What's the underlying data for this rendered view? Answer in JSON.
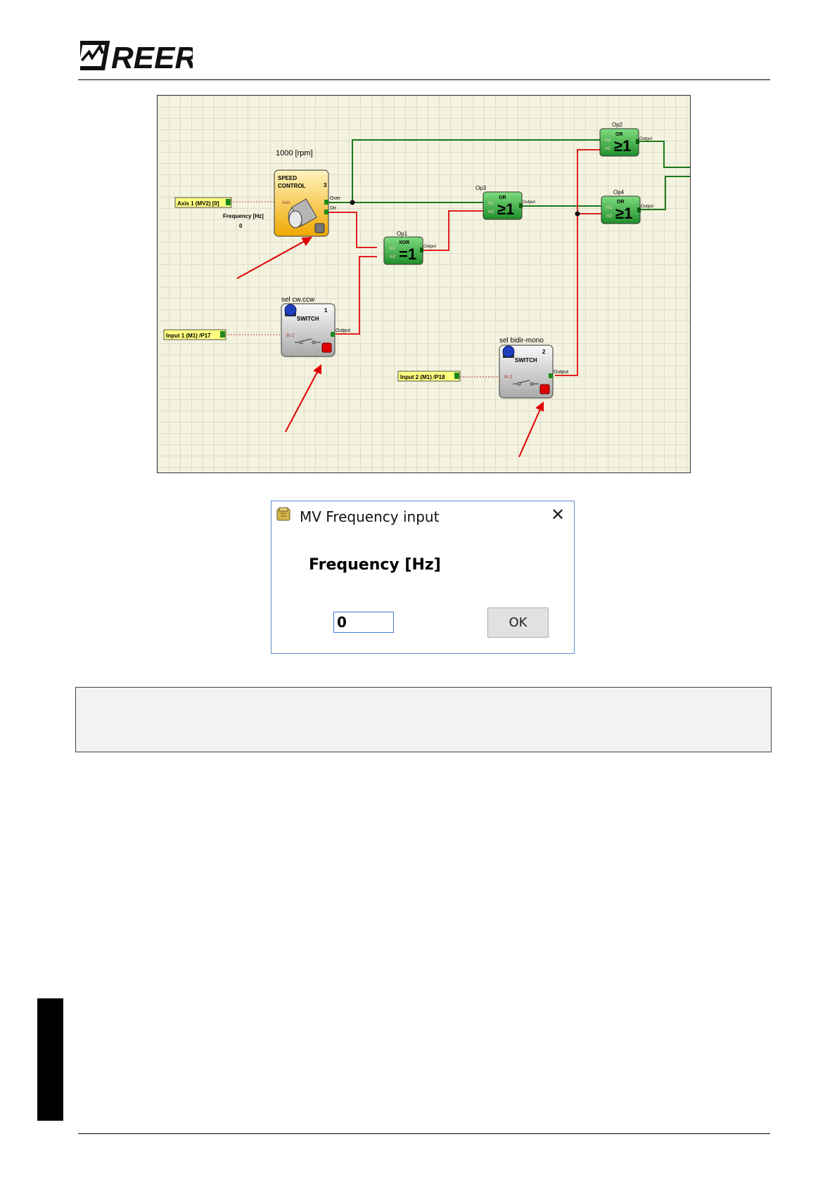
{
  "brand": {
    "logo_text": "REER"
  },
  "diagram": {
    "speed_control": {
      "top_label": "1000 [rpm]",
      "title_line1": "SPEED",
      "title_line2": "CONTROL",
      "number": "3",
      "port_axis": "Axis",
      "port_over": "Over",
      "port_dir": "Dir",
      "freq_label": "Frequency [Hz]",
      "freq_value": "0"
    },
    "axis_input": {
      "label": "Axis 1 (MV2) [0]"
    },
    "input1": {
      "label": "Input 1 (M1) /P17"
    },
    "input2": {
      "label": "Input 2 (M1) /P18"
    },
    "switch1": {
      "top_label": "sel cw.ccw",
      "title": "SWITCH",
      "number": "1",
      "port_in": "In 1",
      "port_out": "Output"
    },
    "switch2": {
      "top_label": "sel bidir-mono",
      "title": "SWITCH",
      "number": "2",
      "port_in": "In 1",
      "port_out": "Output"
    },
    "op1": {
      "top_label": "Op1",
      "type": "XOR",
      "symbol": "=1",
      "in1": "In1",
      "in2": "In2",
      "out": "Output"
    },
    "op2": {
      "top_label": "Op2",
      "type": "OR",
      "symbol": "≥1",
      "in1": "In1",
      "in2": "In2",
      "out": "Output"
    },
    "op3": {
      "top_label": "Op3",
      "type": "OR",
      "symbol": "≥1",
      "in1": "In1",
      "in2": "In2",
      "out": "Output"
    },
    "op4": {
      "top_label": "Op4",
      "type": "OR",
      "symbol": "≥1",
      "in1": "In1",
      "in2": "In2",
      "out": "Output"
    },
    "colors": {
      "wire_green": "#1a7a1a",
      "wire_red": "#e02020",
      "block_green": "#3cb043",
      "block_orange": "#f5b800",
      "input_yellow": "#ffff80",
      "led_red": "#e00000"
    }
  },
  "dialog": {
    "title": "MV Frequency input",
    "close_glyph": "✕",
    "label": "Frequency [Hz]",
    "input_value": "0",
    "ok_label": "OK"
  }
}
